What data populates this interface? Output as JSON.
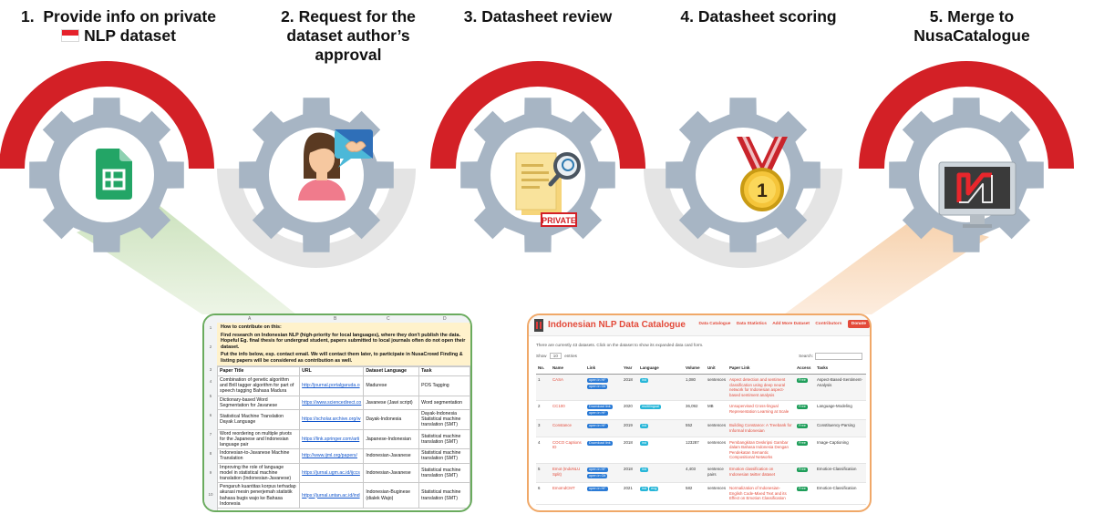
{
  "steps": [
    {
      "number": "1.",
      "title_line1": "Provide info on private",
      "title_line2": "NLP dataset",
      "flag": "Indonesia",
      "icon": "google-sheets-icon"
    },
    {
      "number": "2.",
      "title_line1": "Request for the",
      "title_line2": "dataset author’s",
      "title_line3": "approval",
      "icon": "person-handshake-icon"
    },
    {
      "number": "3.",
      "title_line1": "Datasheet review",
      "icon": "document-magnifier-icon",
      "stamp": "PRIVATE"
    },
    {
      "number": "4.",
      "title_line1": "Datasheet scoring",
      "icon": "medal-icon",
      "medal_text": "1"
    },
    {
      "number": "5.",
      "title_line1": "Merge to",
      "title_line2": "NusaCatalogue",
      "icon": "monitor-icon"
    }
  ],
  "colors": {
    "arc": "#d32026",
    "gear": "#a7b5c4",
    "connector": "#e6e6e6",
    "sheet_beam": "#dbe9d0",
    "catalogue_beam": "#f9dcc2",
    "sheet_border": "#6aab5e",
    "catalogue_border": "#f0a868"
  },
  "sheet": {
    "col_letters": [
      "A",
      "B",
      "C",
      "D"
    ],
    "row_numbers": [
      "1",
      "2",
      "3",
      "4",
      "5",
      "6",
      "7",
      "8",
      "9",
      "10"
    ],
    "banner_heading": "How to contribute on this:",
    "banner_p1": "Find research on Indonesian NLP (high-priority for local languages), where they don't publish the data. Hopeful Eg. final thesis for undergrad student, papers submitted to local journals often do not open their dataset.",
    "banner_p2": "Put the info below, esp. contact email. We will contact them later, to participate in NusaCrowd Finding & listing papers will be considered as contribution as well.",
    "headers": {
      "title": "Paper Title",
      "url": "URL",
      "language": "Dataset Language",
      "task": "Task"
    },
    "rows": [
      {
        "title": "Combination of genetic algorithm and Brill tagger algorithm for part of speech tagging Bahasa Madura",
        "url": "http://journal.portalgaruda.o",
        "language": "Madurese",
        "task": "POS Tagging"
      },
      {
        "title": "Dictionary-based Word Segmentation for Javanese",
        "url": "https://www.sciencedirect.co",
        "language": "Javanese (Jawi script)",
        "task": "Word segmentation"
      },
      {
        "title": "Statistical Machine Translation Dayak Language",
        "url": "https://scholar.archive.org/w",
        "language": "Dayak-Indonesia",
        "task": "Dayak-Indonesia Statistical machine translation (SMT)"
      },
      {
        "title": "Word reordering on multiple pivots for the Japanese and Indonesian language pair",
        "url": "https://link.springer.com/arti",
        "language": "Japanese-Indonesian",
        "task": "Statistical machine translation (SMT)"
      },
      {
        "title": "Indonesian-to-Javanese Machine Translation",
        "url": "http://www.ijml.org/papers/",
        "language": "Indonesian-Javanese",
        "task": "Statistical machine translation (SMT)"
      },
      {
        "title": "Improving the role of language model in statistical machine translation (Indonesian-Javanese)",
        "url": "https://jurnal.ugm.ac.id/ijccs",
        "language": "Indonesian-Javanese",
        "task": "Statistical machine translation (SMT)"
      },
      {
        "title": "Pengaruh kuantitas korpus terhadap akurasi mesin penerjemah statistik bahasa bugis wajo ke Bahasa Indonesia",
        "url": "https://jurnal.untan.ac.id/ind",
        "language": "Indonesian-Buginese (dialek Wajo)",
        "task": "Statistical machine translation (SMT)"
      }
    ]
  },
  "catalogue": {
    "title": "Indonesian NLP Data Catalogue",
    "nav": [
      "Data Catalogue",
      "Data Statistics",
      "Add More Dataset",
      "Contributors"
    ],
    "donate_label": "Donate",
    "intro": "There are currently 43 datasets. Click on the dataset to show its expanded data card form.",
    "show_label": "Show",
    "show_value": "10",
    "entries_label": "entries",
    "search_label": "Search:",
    "headers": [
      "No.",
      "Name",
      "Link",
      "Year",
      "Language",
      "Volume",
      "Unit",
      "Paper Link",
      "Access",
      "Tasks"
    ],
    "rows": [
      {
        "no": "1",
        "name": "CASA",
        "links": [
          "open in HF",
          "open in Git"
        ],
        "year": "2018",
        "lang": [
          "ind"
        ],
        "volume": "1,080",
        "unit": "sentences",
        "paper": "Aspect detection and sentiment classification using deep neural network for Indonesian aspect-based sentiment analysis",
        "access": "Free",
        "tasks": "Aspect-Based-Sentiment-Analysis"
      },
      {
        "no": "2",
        "name": "CC100",
        "links": [
          "Download link",
          "open in HF"
        ],
        "year": "2020",
        "lang": [
          "multilingual"
        ],
        "volume": "36,092",
        "unit": "MB",
        "paper": "Unsupervised Cross-lingual Representation Learning at Scale",
        "access": "Free",
        "tasks": "Language-Modeling"
      },
      {
        "no": "3",
        "name": "Constance",
        "links": [
          "open in HF"
        ],
        "year": "2019",
        "lang": [
          "ind"
        ],
        "volume": "552",
        "unit": "sentences",
        "paper": "Building Constance: A Treebank for Informal Indonesian",
        "access": "Free",
        "tasks": "Constituency-Parsing"
      },
      {
        "no": "4",
        "name": "COCO Captions ID",
        "links": [
          "Download link"
        ],
        "year": "2018",
        "lang": [
          "ind"
        ],
        "volume": "123287",
        "unit": "sentences",
        "paper": "Pembangkitan Deskripsi Gambar dalam Bahasa Indonesia Dengan Pendekatan Semantic Compositional Networks",
        "access": "Free",
        "tasks": "Image-Captioning"
      },
      {
        "no": "5",
        "name": "Emot (IndoNLU Split)",
        "links": [
          "open in HF",
          "open in Git"
        ],
        "year": "2018",
        "lang": [
          "ind"
        ],
        "volume": "4,403",
        "unit": "sentence pairs",
        "paper": "Emotion classification on Indonesian twitter dataset",
        "access": "Free",
        "tasks": "Emotion-Classification"
      },
      {
        "no": "6",
        "name": "EmoIndCMT",
        "links": [
          "open in HF"
        ],
        "year": "2021",
        "lang": [
          "ind",
          "eng"
        ],
        "volume": "582",
        "unit": "sentences",
        "paper": "Normalization of Indonesian-English Code-Mixed Text and its Effect on Emotion Classification",
        "access": "Free",
        "tasks": "Emotion-Classification"
      }
    ]
  }
}
